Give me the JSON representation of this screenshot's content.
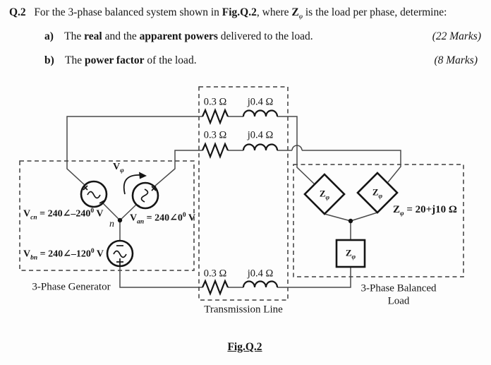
{
  "question": {
    "number": "Q.2",
    "intro": {
      "p1": "For the 3-phase balanced system shown in ",
      "fig_ref": "Fig.Q.2",
      "p2": ", where ",
      "z_sym": "Z",
      "z_sub": "φ",
      "p3": " is the load per phase, determine:"
    },
    "item_a": {
      "label": "a)",
      "p1": "The ",
      "b1": "real",
      "p2": " and the ",
      "b2": "apparent powers",
      "p3": " delivered to the load.",
      "marks": "(22 Marks)"
    },
    "item_b": {
      "label": "b)",
      "p1": "The ",
      "b1": "power factor",
      "p2": " of the load.",
      "marks": "(8 Marks)"
    }
  },
  "circuit": {
    "transmission": {
      "r_label": "0.3 Ω",
      "x_label": "j0.4 Ω"
    },
    "sources": {
      "vcn": {
        "sym": "V",
        "sub": "cn",
        "rest": " = 240∠–240",
        "deg": "0",
        "unit": " V"
      },
      "van": {
        "sym": "V",
        "sub": "an",
        "rest": " = 240∠0",
        "deg": "0",
        "unit": " V"
      },
      "vbn": {
        "sym": "V",
        "sub": "bn",
        "rest": " = 240∠–120",
        "deg": "0",
        "unit": " V"
      }
    },
    "vphase": {
      "sym": "V",
      "sub": "φ"
    },
    "node_label": "n",
    "load": {
      "z_sym": "Z",
      "z_sub": "φ",
      "z_rest": " = 20+j10 Ω"
    },
    "captions": {
      "generator": "3-Phase Generator",
      "transmission": "Transmission Line",
      "load_line1": "3-Phase Balanced",
      "load_line2": "Load"
    },
    "figure_caption": "Fig.Q.2"
  },
  "colors": {
    "ink": "#161616",
    "wire": "#4a4a4a",
    "dash": "#3d3d3d",
    "paper": "#fdfdfd"
  }
}
